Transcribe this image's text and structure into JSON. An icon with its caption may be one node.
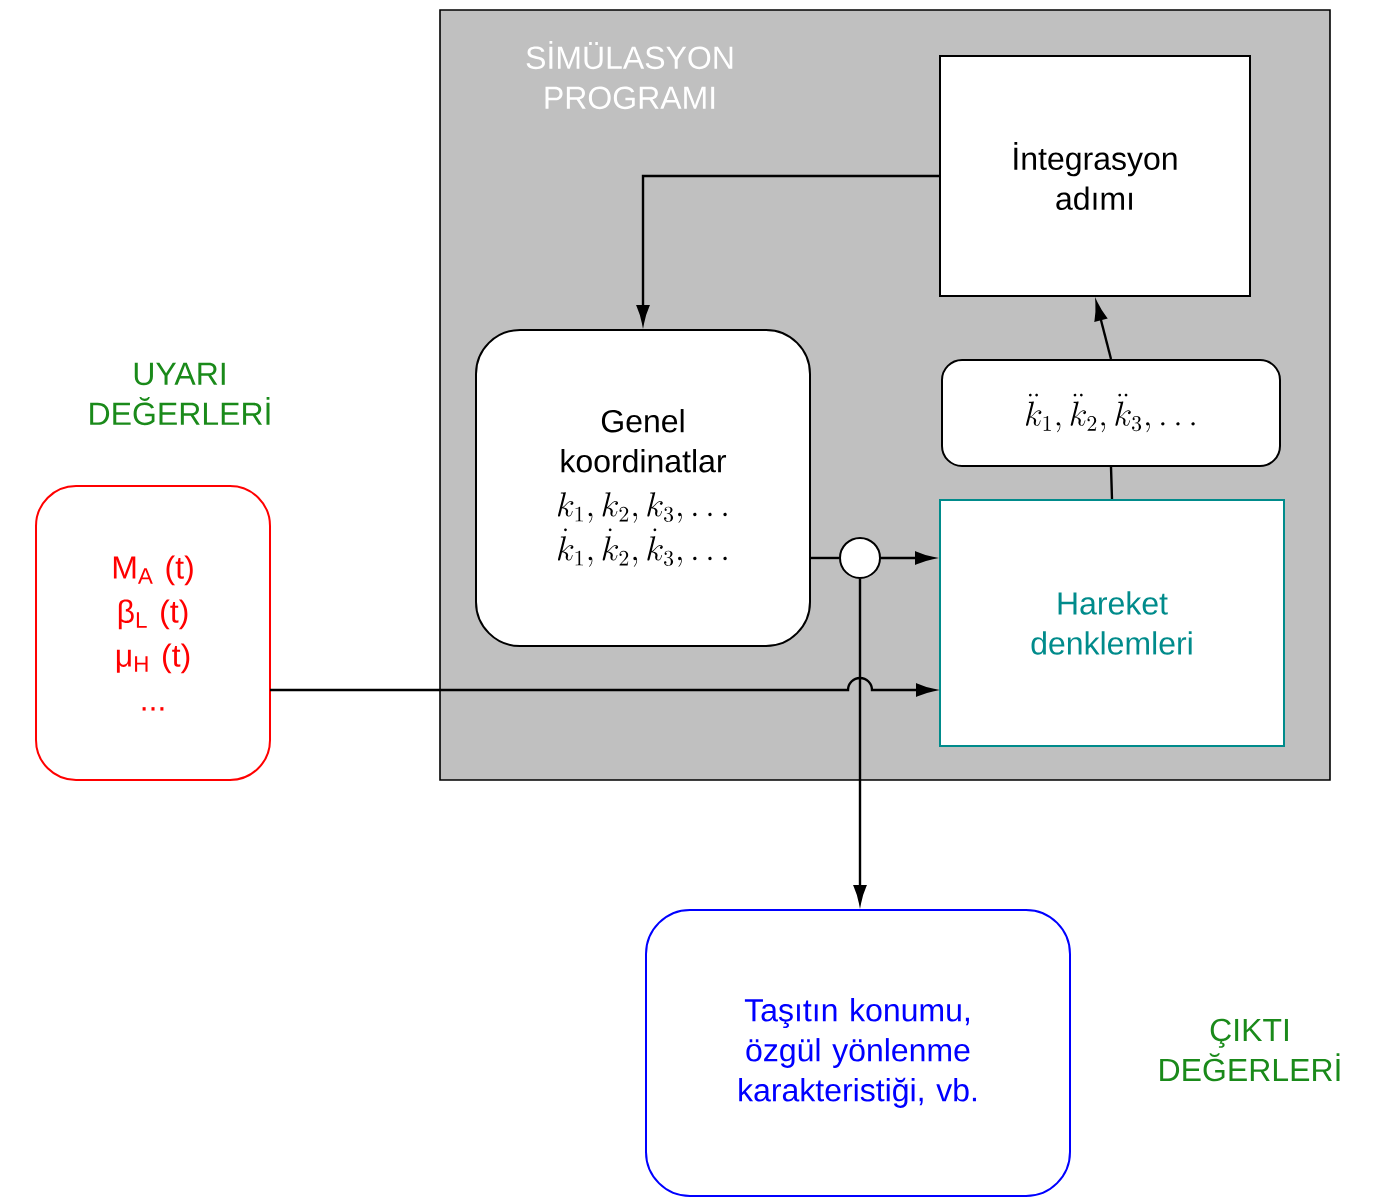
{
  "diagram": {
    "nodes": [
      {
        "text": [
          "SİMÜLASYON PROGRAMI"
        ]
      },
      {
        "text": [
          "İntegrasyon adımı"
        ],
        "in": 0
      },
      {
        "text": [
          "Genel koordinatlar",
          "k_1, k_2, k_3, \\ldots",
          "\\dot{k}_1, \\dot{k}_2, \\dot{k}_3, \\ldots"
        ],
        "in": 0
      },
      {
        "text": [
          "\\ddot{k}_1, \\ddot{k}_2, \\ddot{k}_3, \\ldots"
        ],
        "in": 0
      },
      {
        "text": [],
        "shape": "circle",
        "in": 0
      },
      {
        "text": [
          "Hareket denklemleri"
        ],
        "in": 0
      },
      {
        "text": [
          "M$_{A}$ (t)",
          "β$_{L}$ (t)",
          "μ$_{H}$ (t)",
          "..."
        ],
        "beside": [
          "UYARI DEĞERLERİ"
        ]
      },
      {
        "text": [
          "Taşıtın konumu, özgül yönlenme karakteristiği, vb."
        ],
        "beside": [
          "ÇIKTI DEĞERLERİ"
        ]
      }
    ],
    "edges": [
      {
        "from": 1,
        "to": 2,
        "arrow": "to"
      },
      {
        "from": 3,
        "to": 1,
        "arrow": "to"
      },
      {
        "from": 5,
        "to": 3,
        "arrow": "none"
      },
      {
        "from": 2,
        "to": 4,
        "arrow": "none"
      },
      {
        "from": 4,
        "to": 5,
        "arrow": "to"
      },
      {
        "from": 4,
        "to": 7,
        "arrow": "to"
      },
      {
        "from": 6,
        "to": 5,
        "arrow": "to"
      }
    ]
  }
}
